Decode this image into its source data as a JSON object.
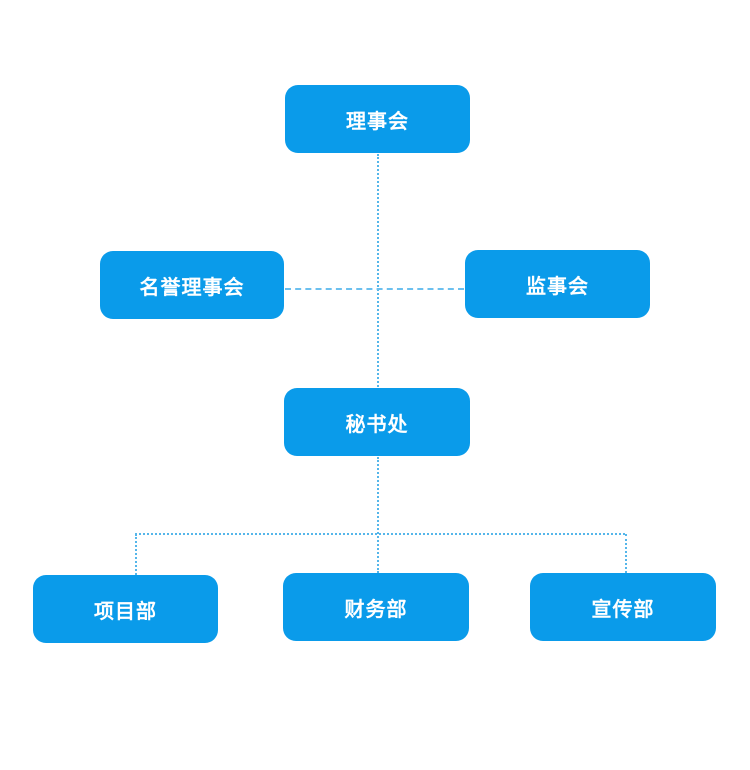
{
  "diagram": {
    "type": "org-chart",
    "accent_color": "#0a9bea",
    "connector_color": "#55b6ea",
    "node_text_color": "#ffffff",
    "nodes": [
      {
        "id": "board-of-directors",
        "label": "理事会"
      },
      {
        "id": "honorary-board",
        "label": "名誉理事会"
      },
      {
        "id": "supervisory-board",
        "label": "监事会"
      },
      {
        "id": "secretariat",
        "label": "秘书处"
      },
      {
        "id": "project-dept",
        "label": "项目部"
      },
      {
        "id": "finance-dept",
        "label": "财务部"
      },
      {
        "id": "publicity-dept",
        "label": "宣传部"
      }
    ],
    "edges": [
      {
        "from": "board-of-directors",
        "to": "secretariat",
        "style": "dotted"
      },
      {
        "from": "honorary-board",
        "to": "supervisory-board",
        "style": "dashed"
      },
      {
        "from": "secretariat",
        "to": "project-dept",
        "style": "dotted"
      },
      {
        "from": "secretariat",
        "to": "finance-dept",
        "style": "dotted"
      },
      {
        "from": "secretariat",
        "to": "publicity-dept",
        "style": "dotted"
      }
    ]
  }
}
